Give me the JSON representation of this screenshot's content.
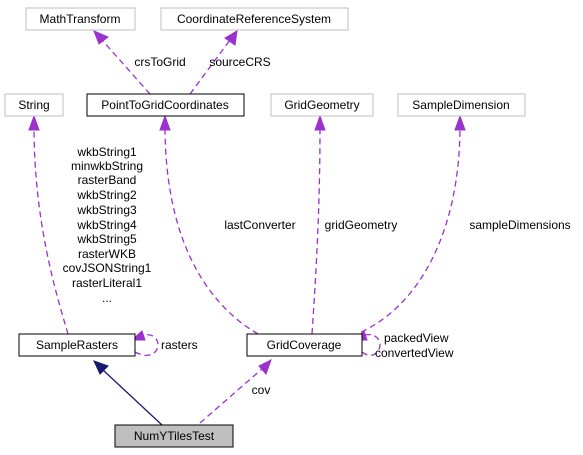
{
  "diagram": {
    "nodes": {
      "math_transform": "MathTransform",
      "crs": "CoordinateReferenceSystem",
      "string": "String",
      "point_to_grid": "PointToGridCoordinates",
      "grid_geometry": "GridGeometry",
      "sample_dimension": "SampleDimension",
      "sample_rasters": "SampleRasters",
      "grid_coverage": "GridCoverage",
      "num_y_tiles_test": "NumYTilesTest"
    },
    "edges": {
      "crs_to_grid": "crsToGrid",
      "source_crs": "sourceCRS",
      "last_converter": "lastConverter",
      "grid_geometry": "gridGeometry",
      "sample_dimensions": "sampleDimensions",
      "rasters": "rasters",
      "packed_view": "packedView",
      "converted_view": "convertedView",
      "cov": "cov",
      "string_fields": [
        "wkbString1",
        "minwkbString",
        "rasterBand",
        "wkbString2",
        "wkbString3",
        "wkbString4",
        "wkbString5",
        "rasterWKB",
        "covJSONString1",
        "rasterLiteral1",
        "..."
      ]
    }
  }
}
